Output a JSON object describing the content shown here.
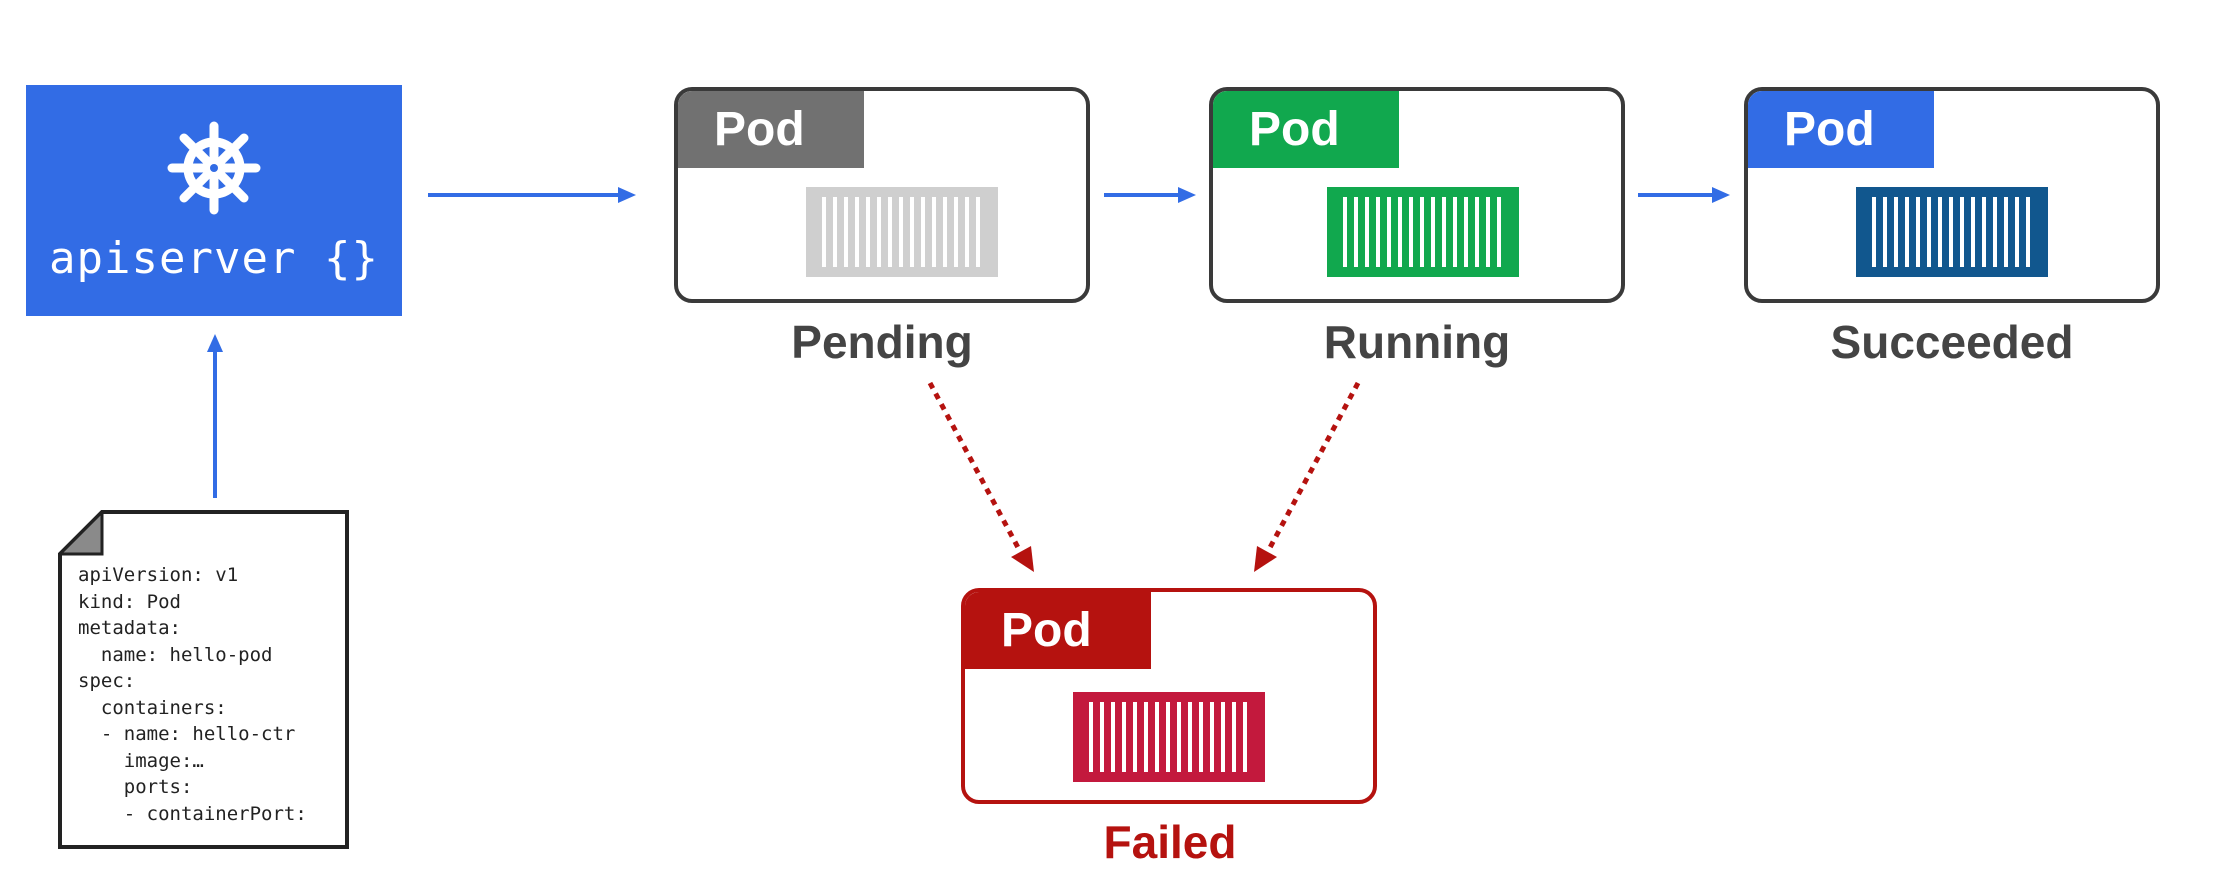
{
  "apiserver": {
    "label": "apiserver {}",
    "icon": "kubernetes-helm-icon",
    "color": "#326ce5"
  },
  "pods": [
    {
      "tag": "Pod",
      "state": "Pending",
      "tag_color": "#717171",
      "container_color": "#cfcfcf"
    },
    {
      "tag": "Pod",
      "state": "Running",
      "tag_color": "#11a84e",
      "container_color": "#11a84e"
    },
    {
      "tag": "Pod",
      "state": "Succeeded",
      "tag_color": "#326ce5",
      "container_color": "#11578e"
    },
    {
      "tag": "Pod",
      "state": "Failed",
      "tag_color": "#b5120f",
      "container_color": "#c3193d"
    }
  ],
  "manifest": {
    "lines": [
      "apiVersion: v1",
      "kind: Pod",
      "metadata:",
      "  name: hello-pod",
      "spec:",
      "  containers:",
      "  - name: hello-ctr",
      "    image:…",
      "    ports:",
      "    - containerPort:"
    ]
  },
  "colors": {
    "arrow": "#326ce5",
    "failure_arrow": "#b5120f",
    "failed_label": "#b5120f",
    "state_label": "#444444"
  }
}
